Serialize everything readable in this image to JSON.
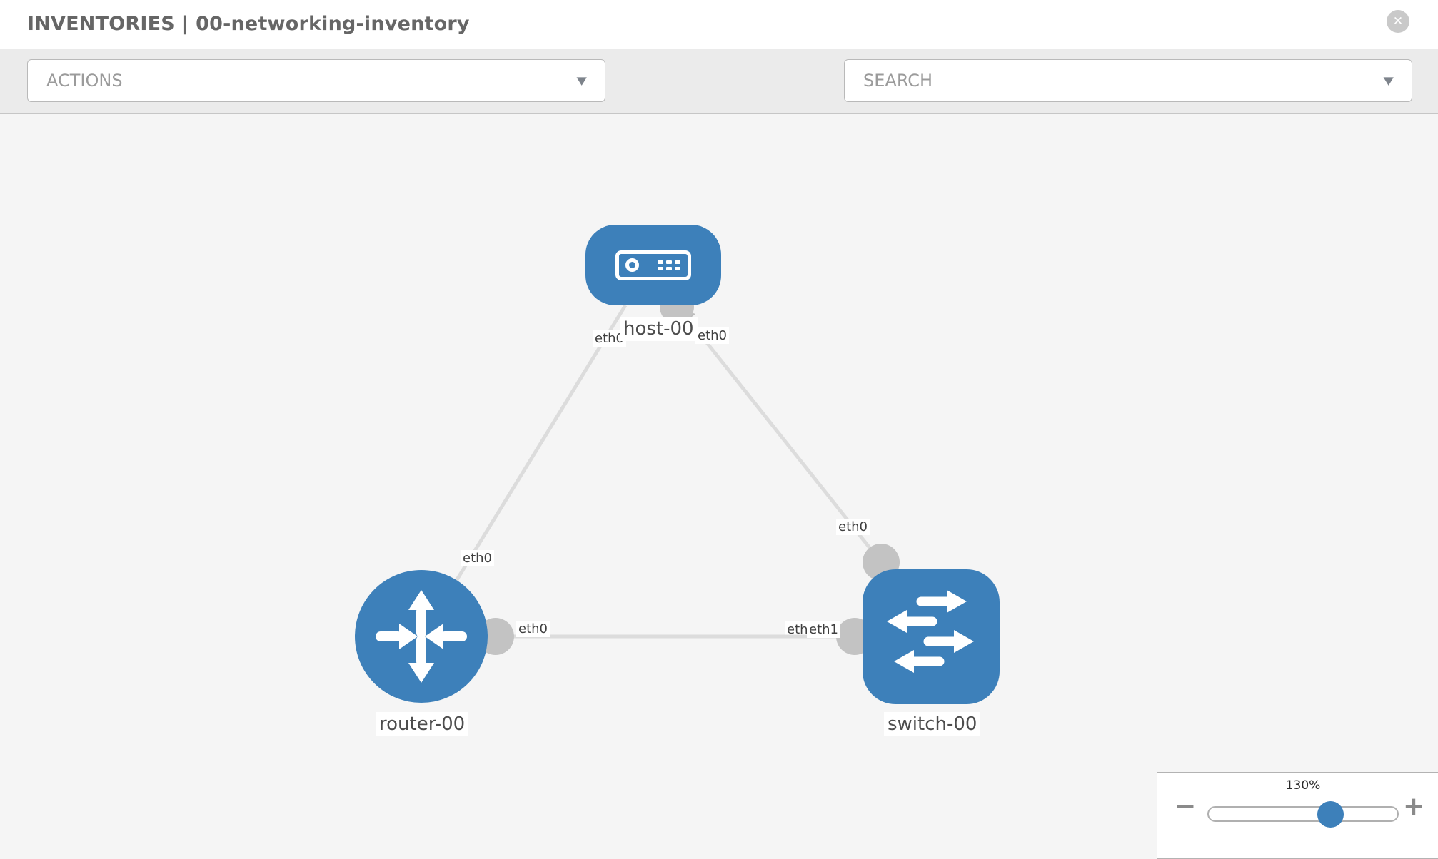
{
  "header": {
    "title": "INVENTORIES | 00-networking-inventory",
    "close_label": "✕"
  },
  "toolbar": {
    "actions_dropdown": {
      "value": "ACTIONS"
    },
    "search_dropdown": {
      "value": "SEARCH"
    },
    "caret_icon": "▼",
    "wrench_icon": "wrench",
    "key_icon": "key"
  },
  "topology": {
    "nodes": [
      {
        "label": "host-00",
        "type": "host"
      },
      {
        "label": "router-00",
        "type": "router"
      },
      {
        "label": "switch-00",
        "type": "switch"
      }
    ],
    "links": [
      {
        "from": "host-00",
        "to": "router-00",
        "from_interface": "eth0",
        "to_interface": "eth0"
      },
      {
        "from": "host-00",
        "to": "switch-00",
        "from_interface": "eth0",
        "to_interface": "eth0"
      },
      {
        "from": "router-00",
        "to": "switch-00",
        "from_interface": "eth0",
        "to_interface": "eth1"
      }
    ],
    "interface_labels": [
      {
        "text": "eth0"
      },
      {
        "text": "eth0"
      },
      {
        "text": "eth0"
      },
      {
        "text": "eth0"
      },
      {
        "text": "eth0"
      },
      {
        "text": "eth1"
      },
      {
        "text": "eth1"
      }
    ]
  },
  "zoom_control": {
    "level": "130%",
    "minus_label": "−",
    "plus_label": "+"
  },
  "colors": {
    "node_blue": "#3d80ba",
    "link_gray": "#dcdcdc",
    "connector_gray": "#c3c3c3",
    "canvas_bg": "#f5f5f5",
    "toolbar_bg": "#ebebeb"
  }
}
